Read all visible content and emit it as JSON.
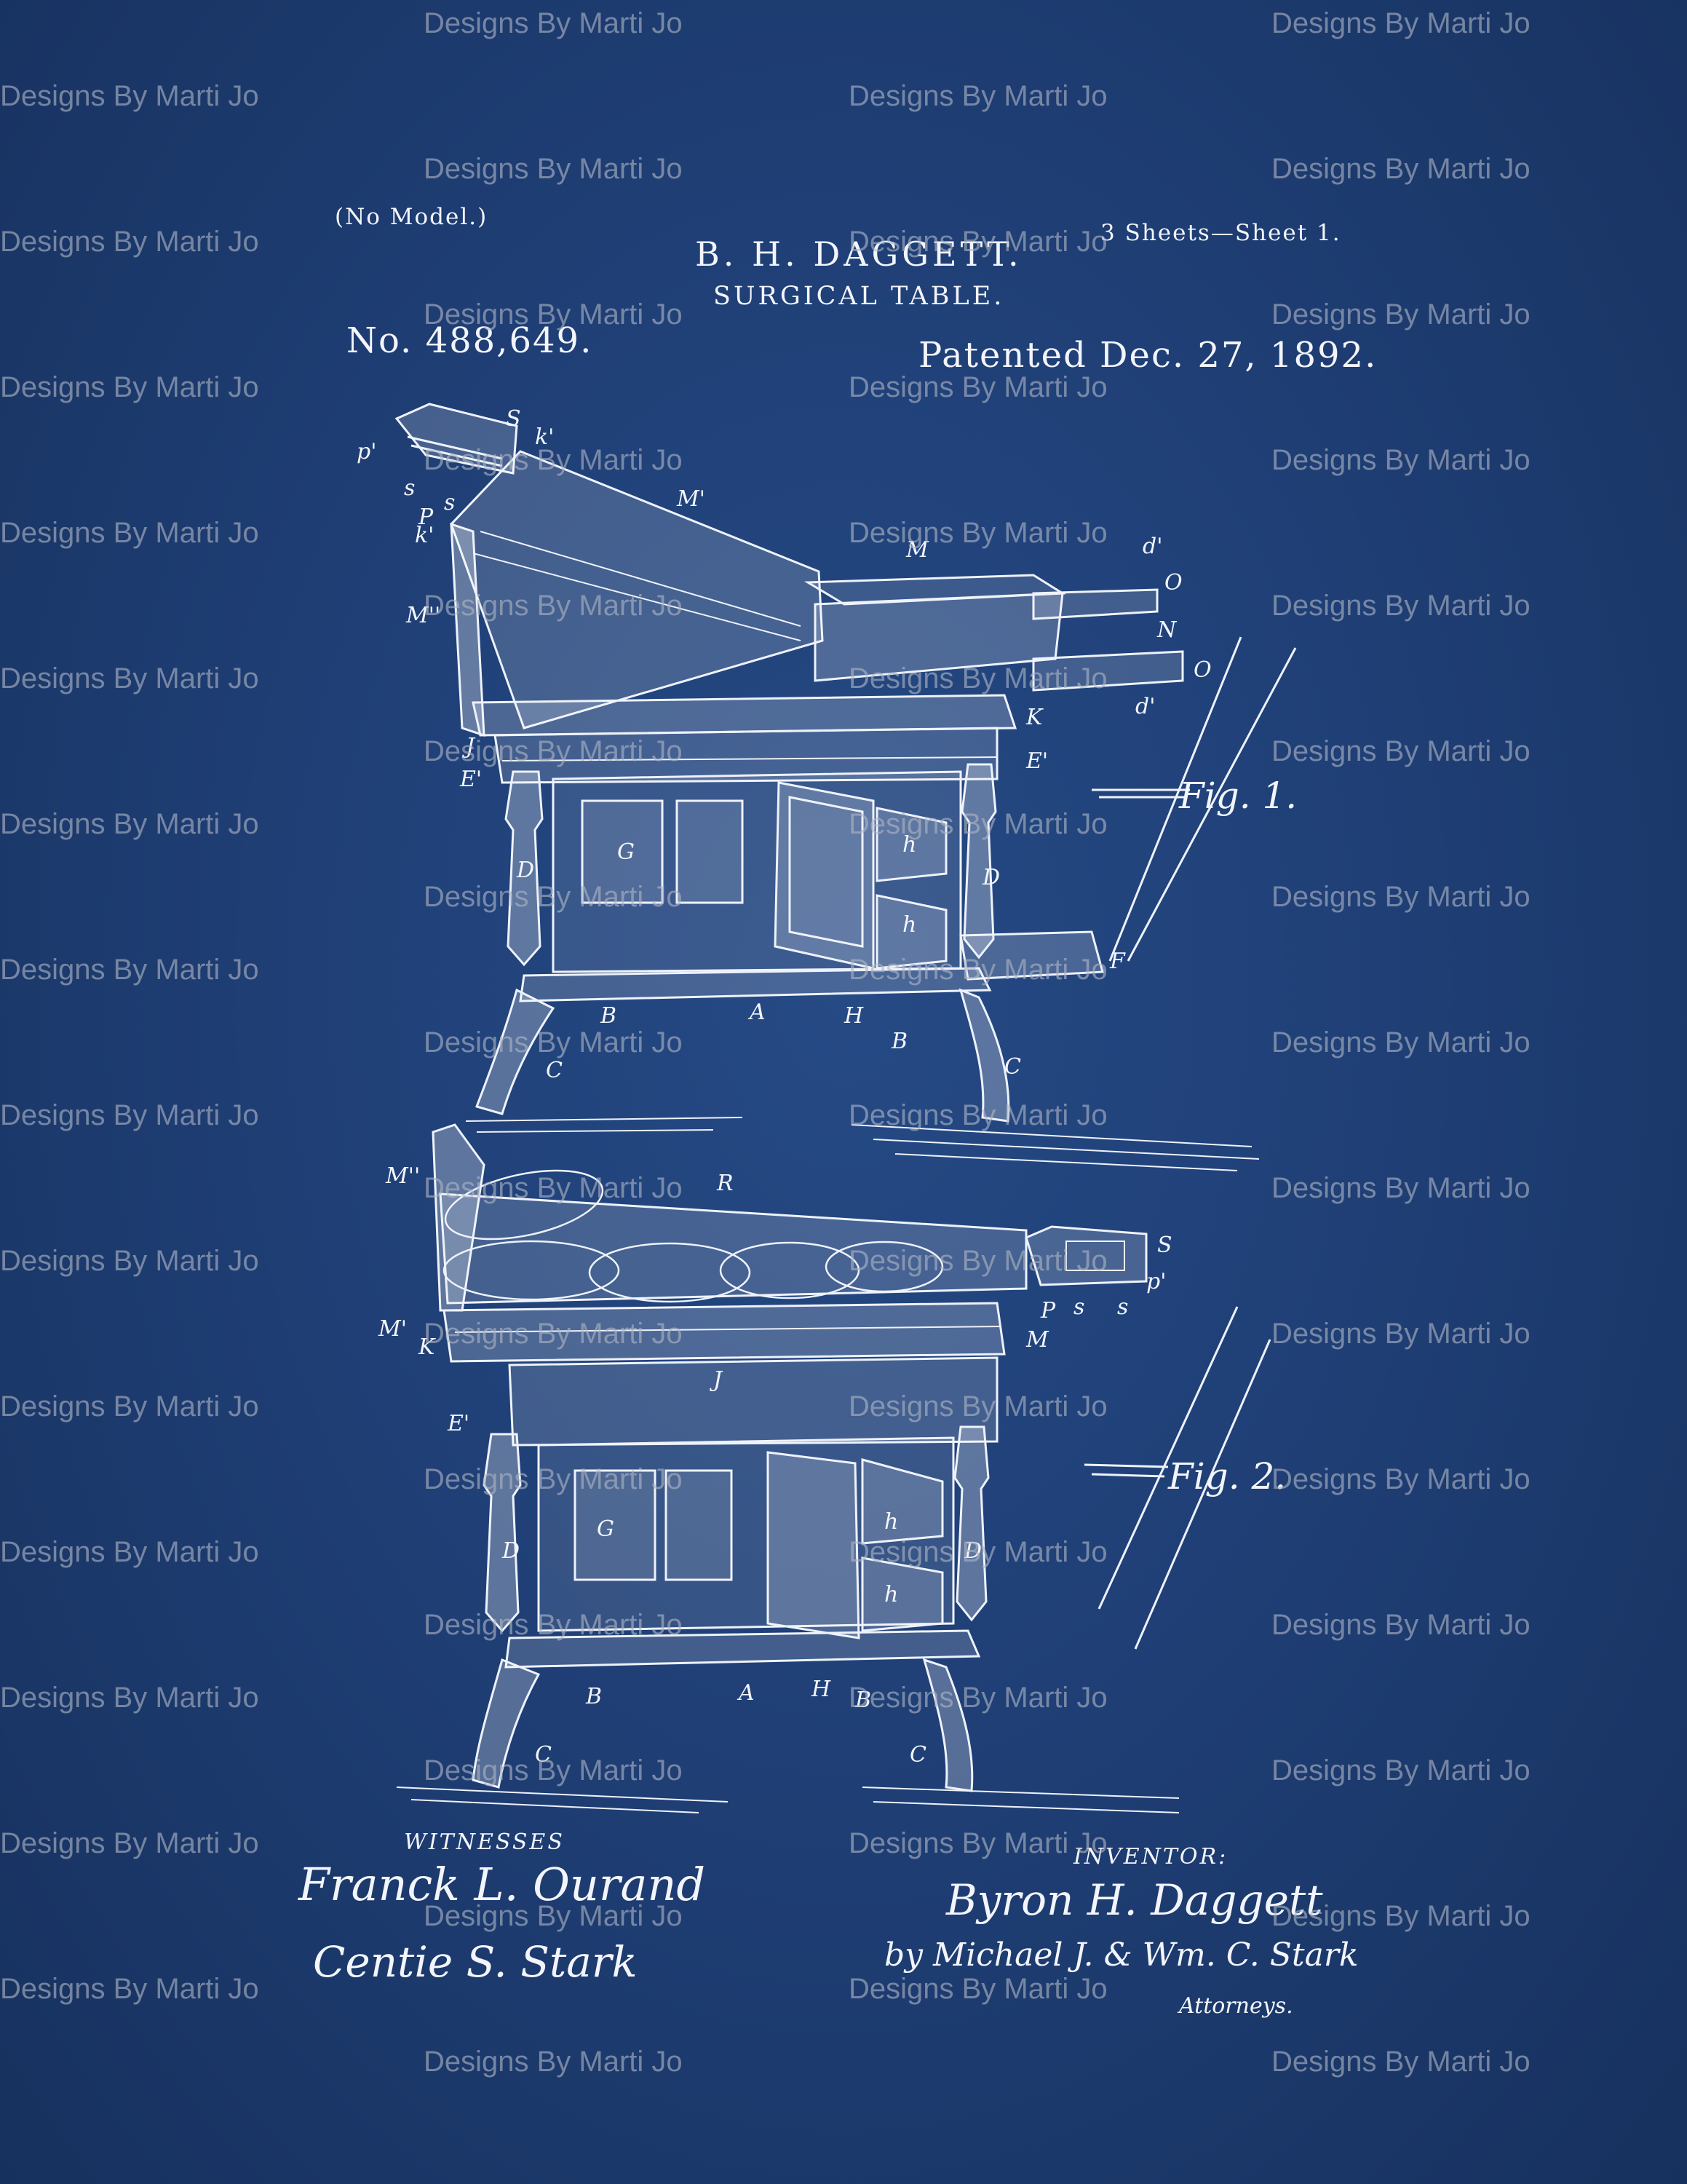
{
  "header": {
    "no_model": "(No Model.)",
    "sheets": "3 Sheets—Sheet 1.",
    "inventor_name": "B. H. DAGGETT.",
    "title": "SURGICAL TABLE.",
    "patent_number": "No. 488,649.",
    "patent_date": "Patented Dec. 27, 1892."
  },
  "figures": {
    "fig1_label": "Fig. 1.",
    "fig2_label": "Fig. 2.",
    "fig1_letters": [
      "p'",
      "S",
      "k'",
      "s",
      "P",
      "s",
      "k'",
      "M'",
      "M",
      "d'",
      "O",
      "M''",
      "N",
      "O",
      "d'",
      "K",
      "J",
      "E'",
      "E'",
      "G",
      "h",
      "D",
      "D",
      "h",
      "F",
      "B",
      "A",
      "H",
      "B",
      "C",
      "C"
    ],
    "fig2_letters": [
      "M''",
      "R",
      "S",
      "p'",
      "P",
      "s",
      "s",
      "M'",
      "K",
      "M",
      "J",
      "E'",
      "G",
      "h",
      "D",
      "D",
      "h",
      "B",
      "A",
      "H",
      "B",
      "C",
      "C"
    ]
  },
  "signatures": {
    "witnesses_label": "WITNESSES",
    "witness_1": "Franck L. Ourand",
    "witness_2": "Centie S. Stark",
    "inventor_label": "INVENTOR:",
    "inventor": "Byron H. Daggett",
    "attorneys_line": "by Michael J. & Wm. C. Stark",
    "attorneys_label": "Attorneys."
  },
  "watermark": {
    "text": "Designs By Marti Jo"
  },
  "colors": {
    "background": "#1f3f76",
    "ink": "#f3f5fb",
    "watermark": "#afb4c3"
  }
}
